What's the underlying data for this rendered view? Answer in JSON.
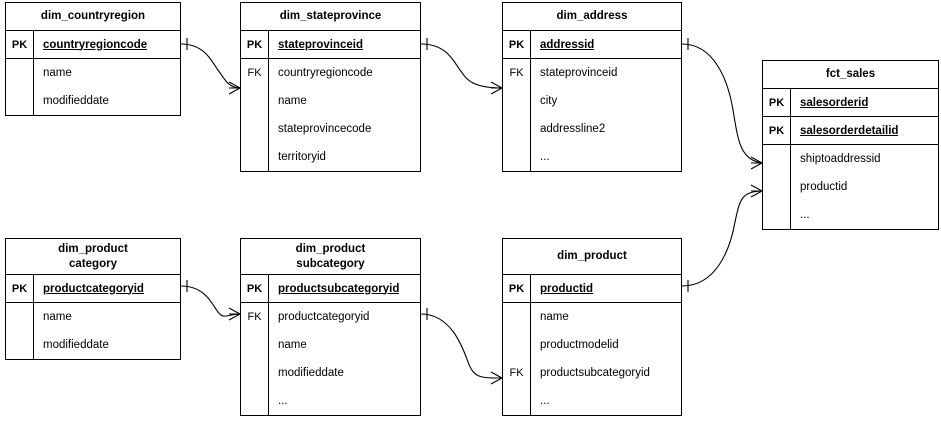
{
  "diagram": {
    "title": "star schema entity relationship diagram",
    "background": "#ffffff",
    "line_color": "#000000",
    "text_color": "#000000"
  },
  "entities": [
    {
      "id": "dim_countryregion",
      "name": "dim_countryregion",
      "title_lines": [
        "dim_countryregion"
      ],
      "keys": [
        {
          "marker": "PK",
          "field": "countryregioncode"
        }
      ],
      "attributes": [
        {
          "marker": "",
          "field": "name"
        },
        {
          "marker": "",
          "field": "modifieddate"
        }
      ]
    },
    {
      "id": "dim_stateprovince",
      "name": "dim_stateprovince",
      "title_lines": [
        "dim_stateprovince"
      ],
      "keys": [
        {
          "marker": "PK",
          "field": "stateprovinceid"
        }
      ],
      "attributes": [
        {
          "marker": "FK",
          "field": "countryregioncode"
        },
        {
          "marker": "",
          "field": "name"
        },
        {
          "marker": "",
          "field": "stateprovincecode"
        },
        {
          "marker": "",
          "field": "territoryid"
        }
      ]
    },
    {
      "id": "dim_address",
      "name": "dim_address",
      "title_lines": [
        "dim_address"
      ],
      "keys": [
        {
          "marker": "PK",
          "field": "addressid"
        }
      ],
      "attributes": [
        {
          "marker": "FK",
          "field": "stateprovinceid"
        },
        {
          "marker": "",
          "field": "city"
        },
        {
          "marker": "",
          "field": "addressline2"
        },
        {
          "marker": "",
          "field": "..."
        }
      ]
    },
    {
      "id": "fct_sales",
      "name": "fct_sales",
      "title_lines": [
        "fct_sales"
      ],
      "keys": [
        {
          "marker": "PK",
          "field": "salesorderid"
        },
        {
          "marker": "PK",
          "field": "salesorderdetailid"
        }
      ],
      "attributes": [
        {
          "marker": "",
          "field": "shiptoaddressid"
        },
        {
          "marker": "",
          "field": "productid"
        },
        {
          "marker": "",
          "field": "..."
        }
      ]
    },
    {
      "id": "dim_productcategory",
      "name": "dim_product category",
      "title_lines": [
        "dim_product",
        "category"
      ],
      "keys": [
        {
          "marker": "PK",
          "field": "productcategoryid"
        }
      ],
      "attributes": [
        {
          "marker": "",
          "field": "name"
        },
        {
          "marker": "",
          "field": "modifieddate"
        }
      ]
    },
    {
      "id": "dim_productsubcategory",
      "name": "dim_product subcategory",
      "title_lines": [
        "dim_product",
        "subcategory"
      ],
      "keys": [
        {
          "marker": "PK",
          "field": "productsubcategoryid"
        }
      ],
      "attributes": [
        {
          "marker": "FK",
          "field": "productcategoryid"
        },
        {
          "marker": "",
          "field": "name"
        },
        {
          "marker": "",
          "field": "modifieddate"
        },
        {
          "marker": "",
          "field": "..."
        }
      ]
    },
    {
      "id": "dim_product",
      "name": "dim_product",
      "title_lines": [
        "dim_product"
      ],
      "keys": [
        {
          "marker": "PK",
          "field": "productid"
        }
      ],
      "attributes": [
        {
          "marker": "",
          "field": "name"
        },
        {
          "marker": "",
          "field": "productmodelid"
        },
        {
          "marker": "FK",
          "field": "productsubcategoryid"
        },
        {
          "marker": "",
          "field": "..."
        }
      ]
    }
  ],
  "relationships": [
    {
      "id": "countryregion-to-stateprovince",
      "from_entity": "dim_countryregion",
      "from_field": "countryregioncode",
      "to_entity": "dim_stateprovince",
      "to_field": "countryregioncode",
      "from_cardinality": "one",
      "to_cardinality": "many"
    },
    {
      "id": "stateprovince-to-address",
      "from_entity": "dim_stateprovince",
      "from_field": "stateprovinceid",
      "to_entity": "dim_address",
      "to_field": "stateprovinceid",
      "from_cardinality": "one",
      "to_cardinality": "many"
    },
    {
      "id": "address-to-fctsales",
      "from_entity": "dim_address",
      "from_field": "addressid",
      "to_entity": "fct_sales",
      "to_field": "shiptoaddressid",
      "from_cardinality": "one",
      "to_cardinality": "many"
    },
    {
      "id": "product-to-fctsales",
      "from_entity": "dim_product",
      "from_field": "productid",
      "to_entity": "fct_sales",
      "to_field": "productid",
      "from_cardinality": "one",
      "to_cardinality": "many"
    },
    {
      "id": "productcategory-to-subcategory",
      "from_entity": "dim_productcategory",
      "from_field": "productcategoryid",
      "to_entity": "dim_productsubcategory",
      "to_field": "productcategoryid",
      "from_cardinality": "one",
      "to_cardinality": "many"
    },
    {
      "id": "subcategory-to-product",
      "from_entity": "dim_productsubcategory",
      "from_field": "productsubcategoryid",
      "to_entity": "dim_product",
      "to_field": "productsubcategoryid",
      "from_cardinality": "one",
      "to_cardinality": "many"
    }
  ]
}
